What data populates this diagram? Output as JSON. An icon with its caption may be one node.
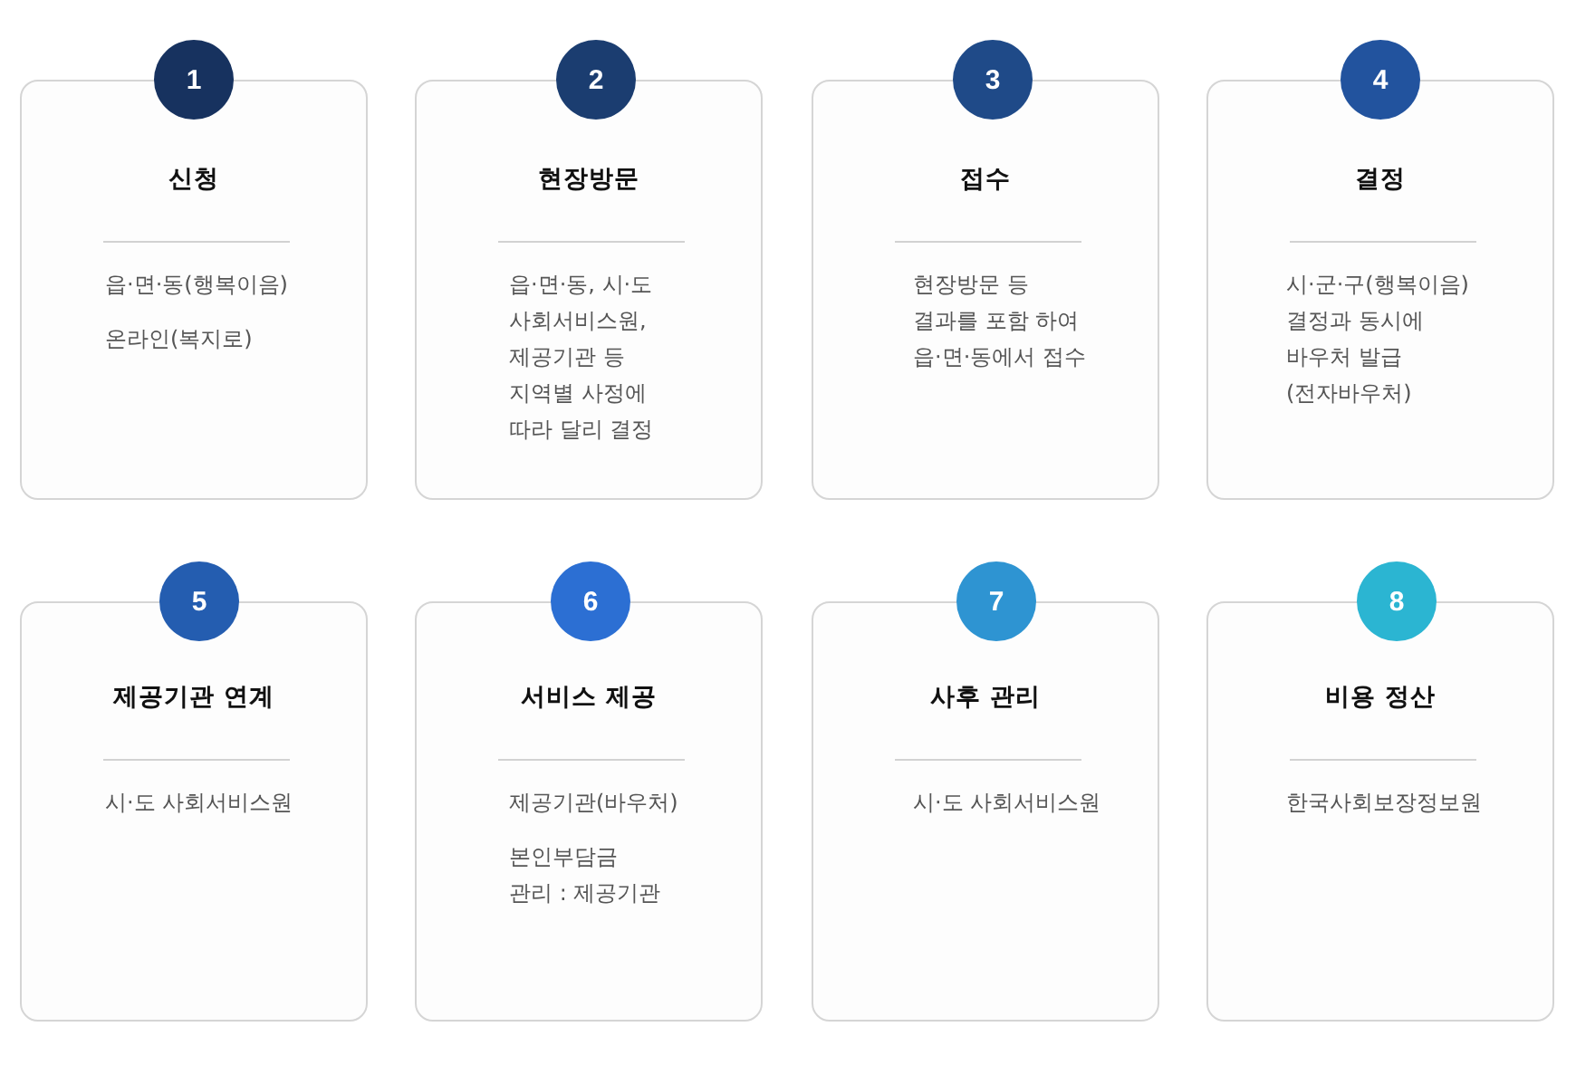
{
  "diagram": {
    "nodes": [
      {
        "text": [
          "1"
        ]
      },
      {
        "text": [
          "신청",
          "읍·면·동(행복이음)",
          "온라인(복지로)"
        ]
      },
      {
        "text": [
          "2"
        ]
      },
      {
        "text": [
          "현장방문",
          "읍·면·동, 시·도 사회서비스원, 제공기관 등 지역별 사정에 따라 달리 결정"
        ]
      },
      {
        "text": [
          "3"
        ]
      },
      {
        "text": [
          "접수",
          "현장방문 등 결과를 포함 하여 읍·면·동에서 접수"
        ]
      },
      {
        "text": [
          "4"
        ]
      },
      {
        "text": [
          "결정",
          "시·군·구(행복이음) 결정과 동시에 바우처 발급 (전자바우처)"
        ]
      },
      {
        "text": [
          "5"
        ]
      },
      {
        "text": [
          "제공기관 연계",
          "시·도 사회서비스원"
        ]
      },
      {
        "text": [
          "6"
        ]
      },
      {
        "text": [
          "서비스 제공",
          "제공기관(바우처)",
          "본인부담금 관리 : 제공기관"
        ]
      },
      {
        "text": [
          "7"
        ]
      },
      {
        "text": [
          "사후 관리",
          "시·도 사회서비스원"
        ]
      },
      {
        "text": [
          "8"
        ]
      },
      {
        "text": [
          "비용 정산",
          "한국사회보장정보원"
        ]
      }
    ]
  }
}
